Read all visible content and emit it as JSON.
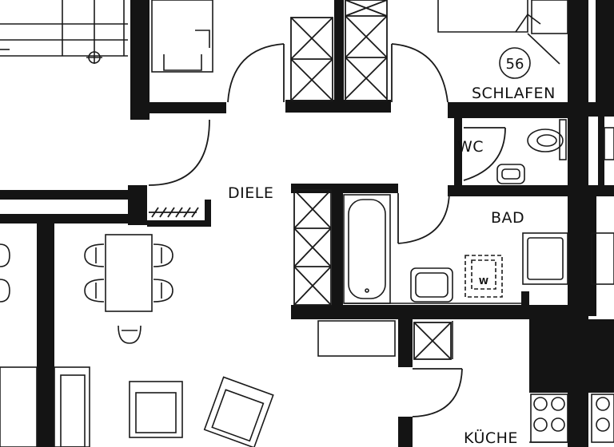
{
  "plan": {
    "colors": {
      "wall": "#141414",
      "line": "#1a1a1a",
      "paper": "#ffffff"
    },
    "rooms": {
      "diele": "DIELE",
      "schlafen": "SCHLAFEN",
      "wc": "WC",
      "bad": "BAD",
      "kueche": "KÜCHE"
    },
    "room_number": "56",
    "washer_symbol": "W"
  }
}
